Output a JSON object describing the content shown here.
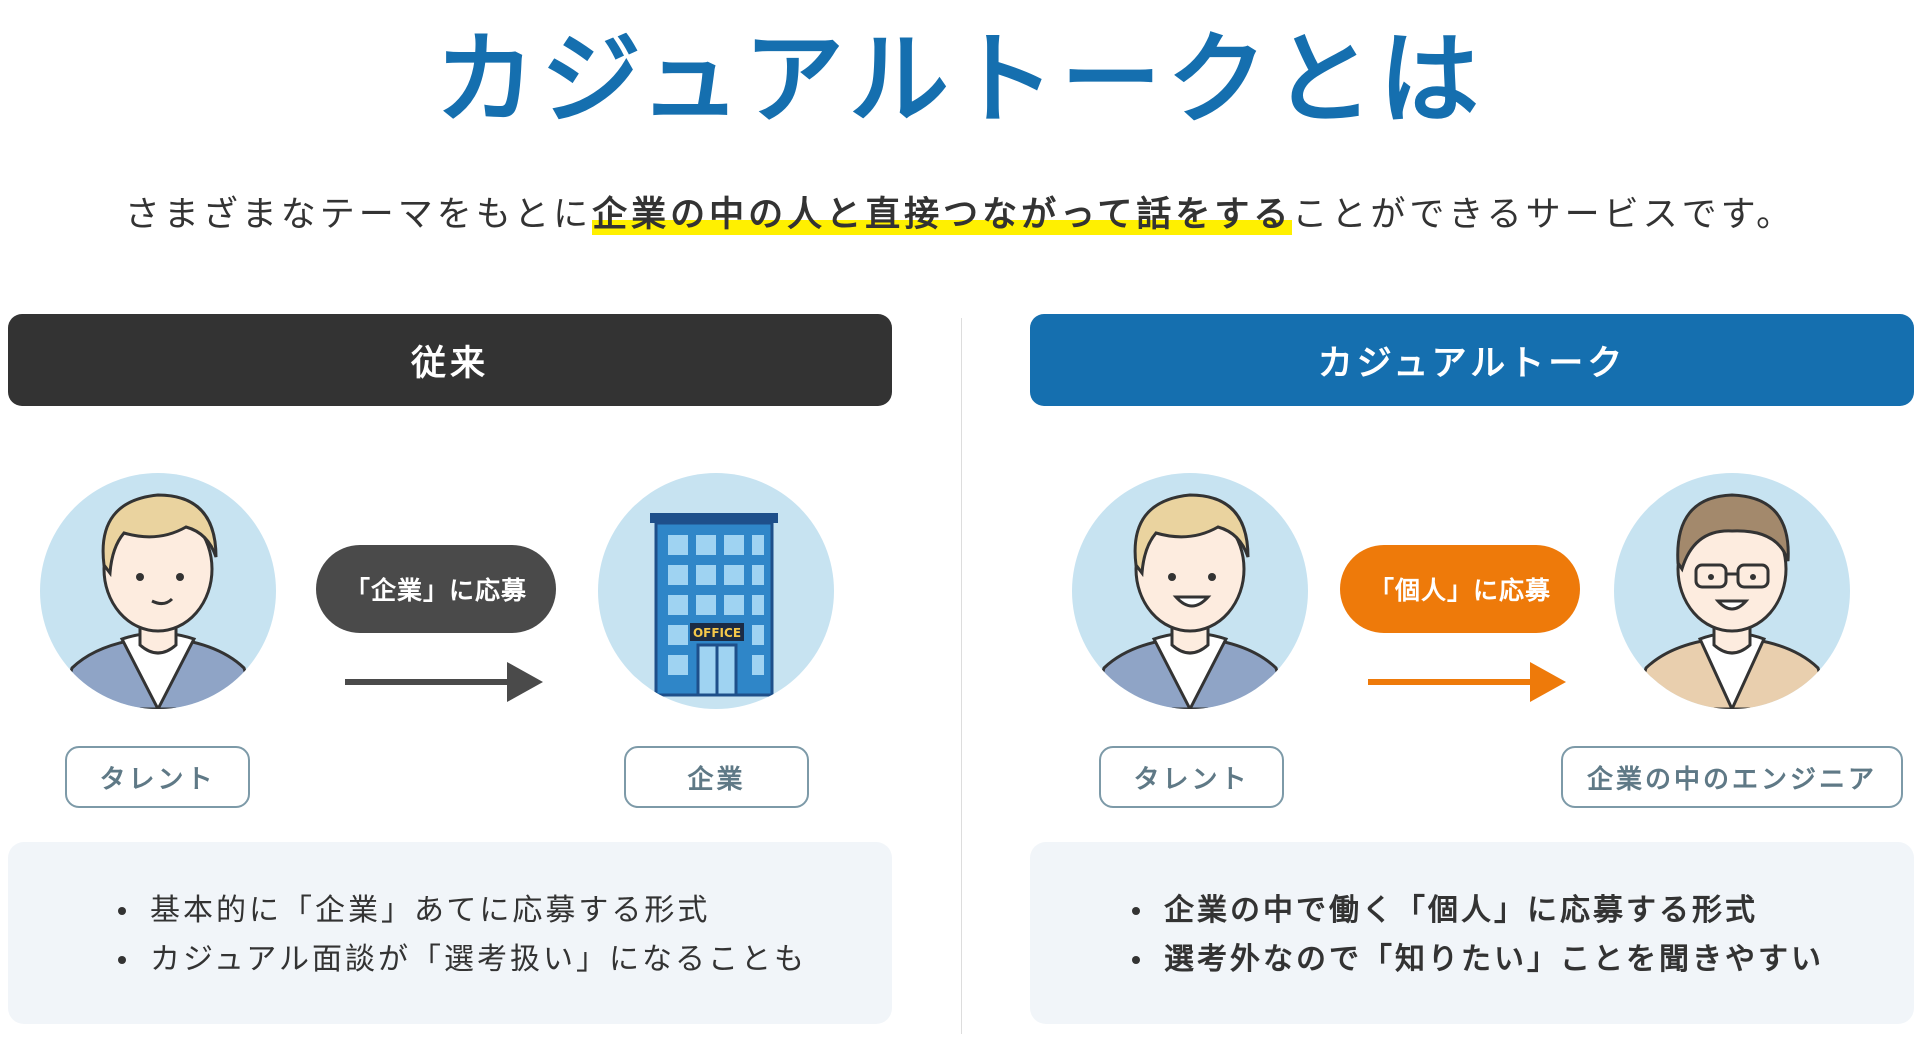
{
  "title": "カジュアルトークとは",
  "lead": {
    "before": "さまざまなテーマをもとに",
    "highlight": "企業の中の人と直接つながって話をする",
    "after": "ことができるサービスです。"
  },
  "left": {
    "header": "従来",
    "pill": "「企業」に応募",
    "from_tag": "タレント",
    "to_tag": "企業",
    "office_sign": "OFFICE",
    "notes": [
      "基本的に「企業」あてに応募する形式",
      "カジュアル面談が「選考扱い」になることも"
    ]
  },
  "right": {
    "header": "カジュアルトーク",
    "pill": "「個人」に応募",
    "from_tag": "タレント",
    "to_tag": "企業の中のエンジニア",
    "notes": [
      "企業の中で働く「個人」に応募する形式",
      "選考外なので「知りたい」ことを聞きやすい"
    ]
  },
  "colors": {
    "brand_blue": "#156faf",
    "dark": "#333333",
    "orange": "#ee7a0a",
    "highlight_yellow": "#fff000",
    "circle_bg": "#c7e3f1",
    "note_bg": "#f1f5f9"
  },
  "icons": {
    "talent": "talent-person-illustration",
    "company": "office-building-illustration",
    "engineer": "engineer-with-glasses-illustration",
    "arrow": "arrow-right-icon"
  }
}
